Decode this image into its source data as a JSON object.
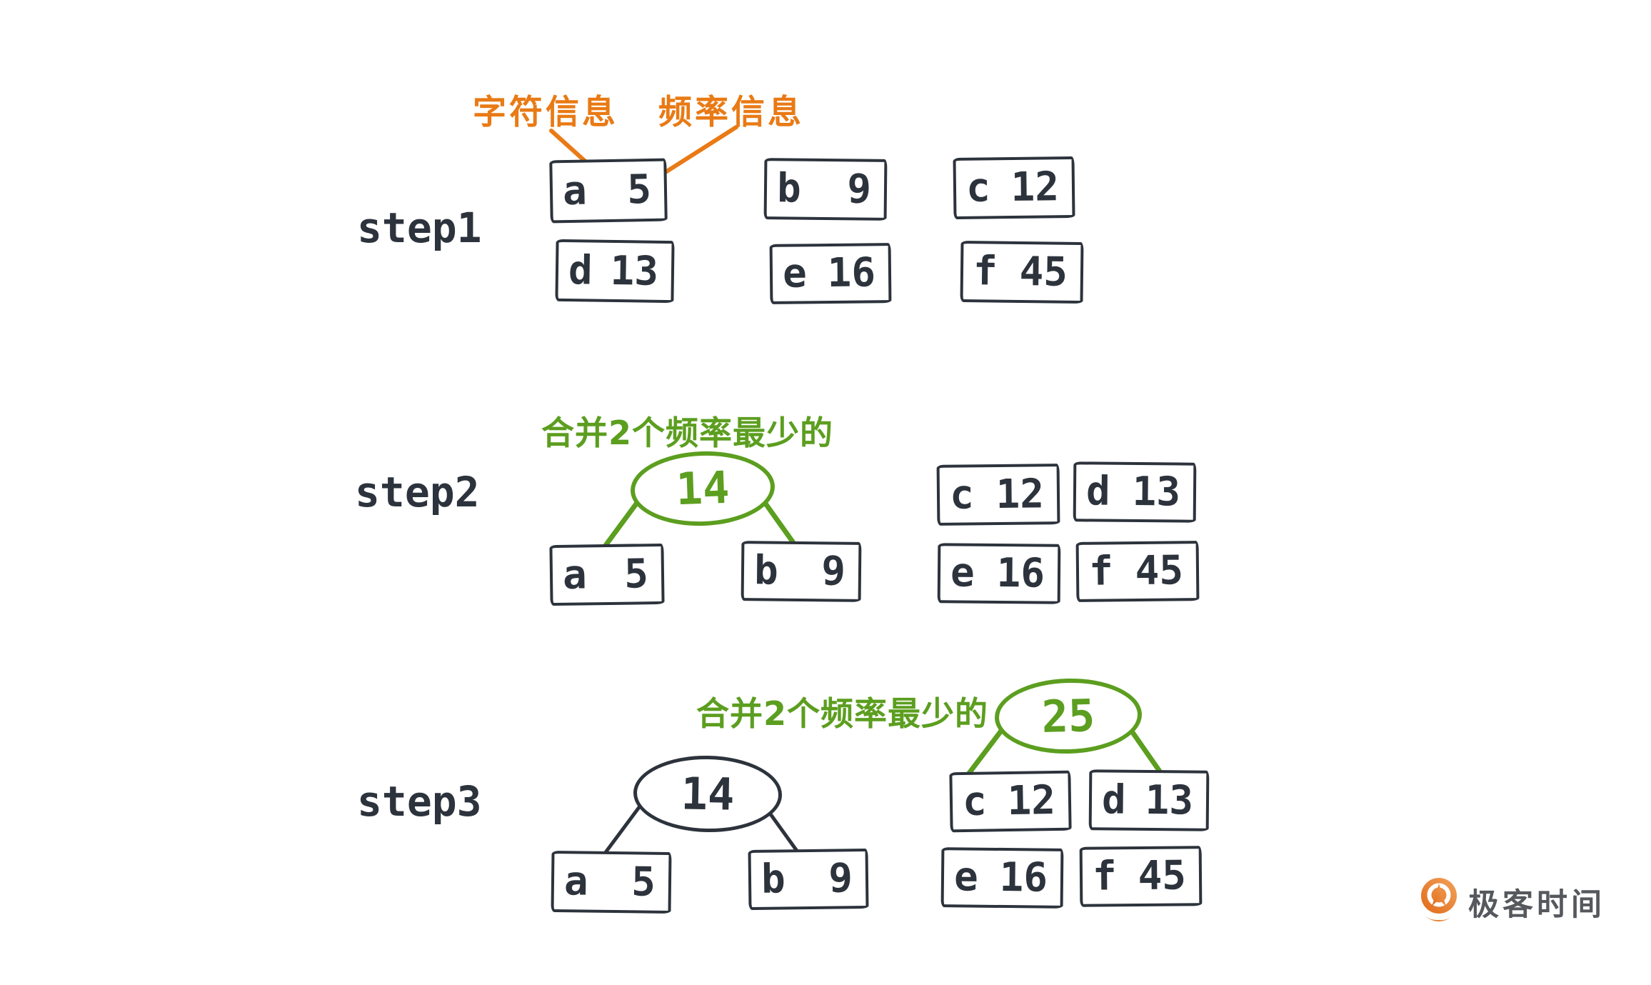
{
  "colors": {
    "ink": "#2D333C",
    "orange": "#E97A15",
    "green": "#5C9E1F",
    "logo_text_color": "#55585D"
  },
  "annotation": {
    "char_info": "字符信息",
    "freq_info": "频率信息"
  },
  "step1": {
    "label": "step1",
    "row1": [
      {
        "char": "a",
        "freq": "5"
      },
      {
        "char": "b",
        "freq": "9"
      },
      {
        "char": "c",
        "freq": "12"
      }
    ],
    "row2": [
      {
        "char": "d",
        "freq": "13"
      },
      {
        "char": "e",
        "freq": "16"
      },
      {
        "char": "f",
        "freq": "45"
      }
    ]
  },
  "step2": {
    "label": "step2",
    "note": "合并2个频率最少的",
    "merged_value": "14",
    "children": [
      {
        "char": "a",
        "freq": "5"
      },
      {
        "char": "b",
        "freq": "9"
      }
    ],
    "pool": [
      {
        "char": "c",
        "freq": "12"
      },
      {
        "char": "d",
        "freq": "13"
      },
      {
        "char": "e",
        "freq": "16"
      },
      {
        "char": "f",
        "freq": "45"
      }
    ]
  },
  "step3": {
    "label": "step3",
    "note": "合并2个频率最少的",
    "tree14": {
      "value": "14",
      "children": [
        {
          "char": "a",
          "freq": "5"
        },
        {
          "char": "b",
          "freq": "9"
        }
      ]
    },
    "tree25": {
      "value": "25",
      "children": [
        {
          "char": "c",
          "freq": "12"
        },
        {
          "char": "d",
          "freq": "13"
        }
      ]
    },
    "pool": [
      {
        "char": "e",
        "freq": "16"
      },
      {
        "char": "f",
        "freq": "45"
      }
    ]
  },
  "logo": {
    "text": "极客时间"
  }
}
